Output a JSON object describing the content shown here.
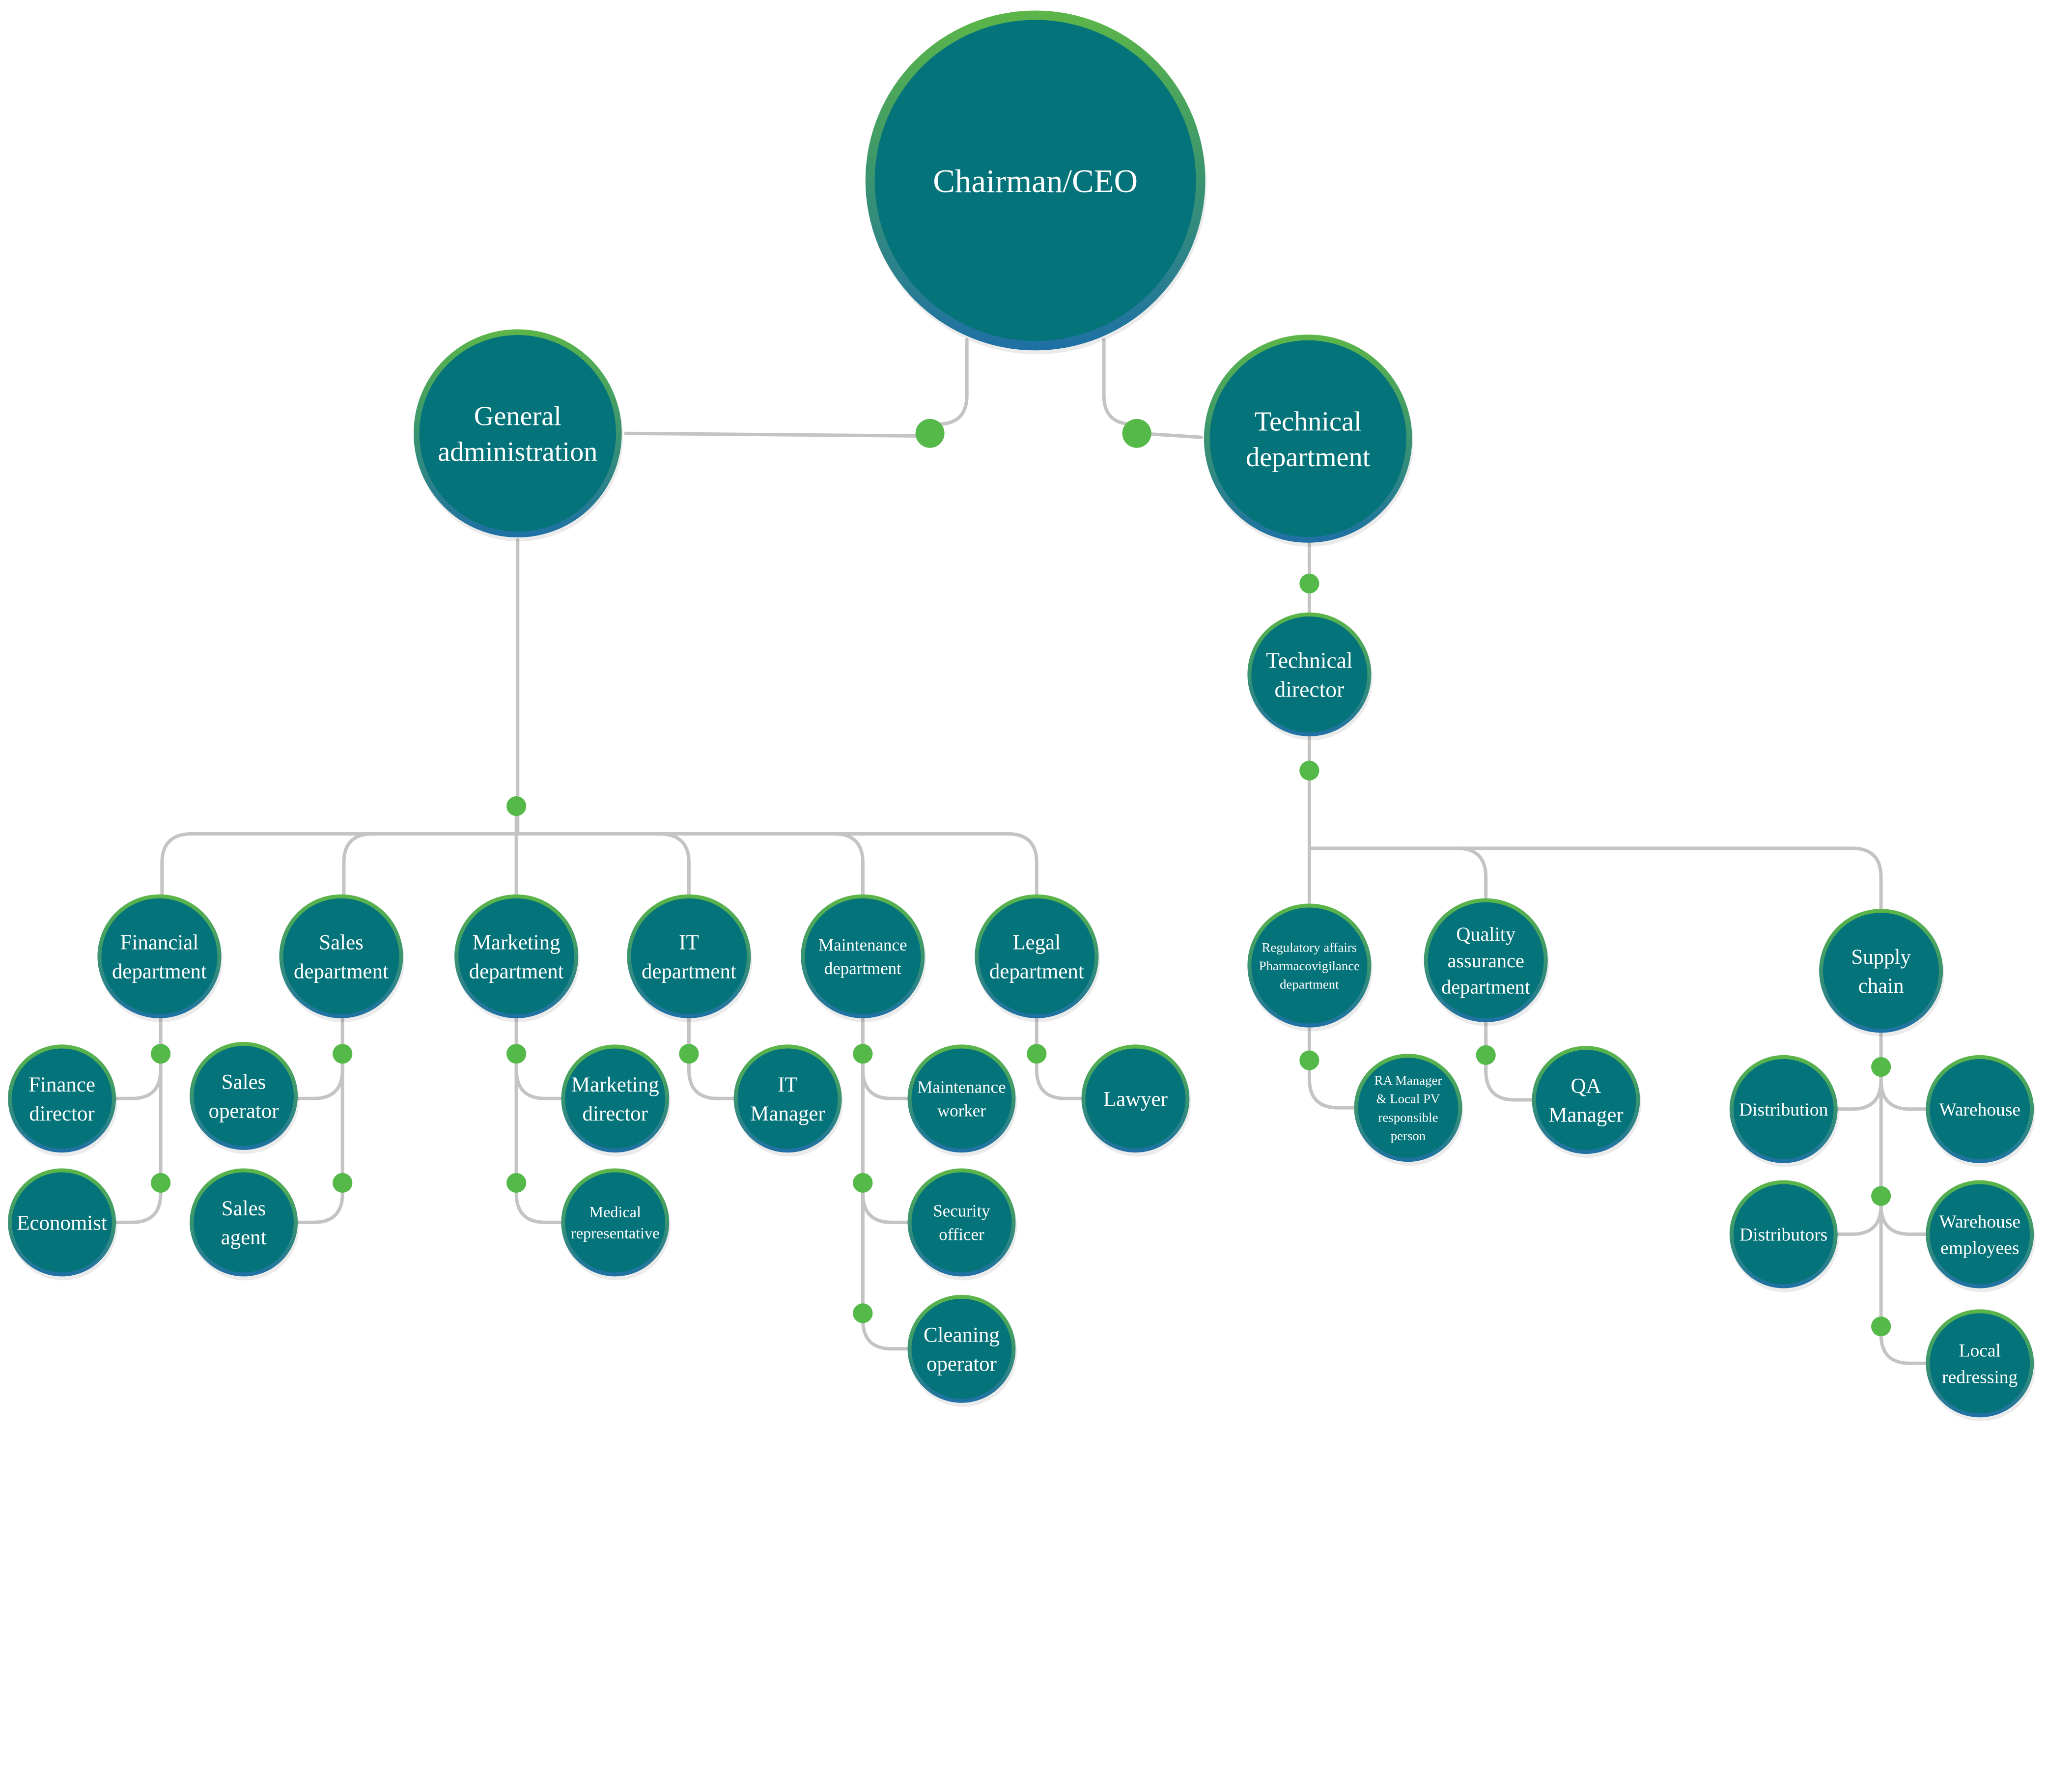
{
  "colors": {
    "node_fill": "#05737a",
    "node_ring_top": "#5cb648",
    "node_ring_bottom": "#1e70a5",
    "connector": "#c4c4c4",
    "junction": "#55b949",
    "label": "#ffffff"
  },
  "nodes": {
    "ceo": [
      "Chairman/CEO"
    ],
    "general_administration": [
      "General",
      "administration"
    ],
    "technical_department": [
      "Technical",
      "department"
    ],
    "technical_director": [
      "Technical",
      "director"
    ],
    "financial_department": [
      "Financial",
      "department"
    ],
    "sales_department": [
      "Sales",
      "department"
    ],
    "marketing_department": [
      "Marketing",
      "department"
    ],
    "it_department": [
      "IT",
      "department"
    ],
    "maintenance_department": [
      "Maintenance",
      "department"
    ],
    "legal_department": [
      "Legal",
      "department"
    ],
    "finance_director": [
      "Finance",
      "director"
    ],
    "economist": [
      "Economist"
    ],
    "sales_operator": [
      "Sales",
      "operator"
    ],
    "sales_agent": [
      "Sales",
      "agent"
    ],
    "marketing_director": [
      "Marketing",
      "director"
    ],
    "medical_representative": [
      "Medical",
      "representative"
    ],
    "it_manager": [
      "IT",
      "Manager"
    ],
    "maintenance_worker": [
      "Maintenance",
      "worker"
    ],
    "security_officer": [
      "Security",
      "officer"
    ],
    "cleaning_operator": [
      "Cleaning",
      "operator"
    ],
    "lawyer": [
      "Lawyer"
    ],
    "regulatory_affairs": [
      "Regulatory affairs",
      "Pharmacovigilance",
      "department"
    ],
    "ra_manager": [
      "RA Manager",
      "& Local PV",
      "responsible",
      "person"
    ],
    "quality_assurance": [
      "Quality",
      "assurance",
      "department"
    ],
    "qa_manager": [
      "QA",
      "Manager"
    ],
    "supply_chain": [
      "Supply",
      "chain"
    ],
    "distribution": [
      "Distribution"
    ],
    "warehouse": [
      "Warehouse"
    ],
    "distributors": [
      "Distributors"
    ],
    "warehouse_employees": [
      "Warehouse",
      "employees"
    ],
    "local_redressing": [
      "Local",
      "redressing"
    ]
  }
}
